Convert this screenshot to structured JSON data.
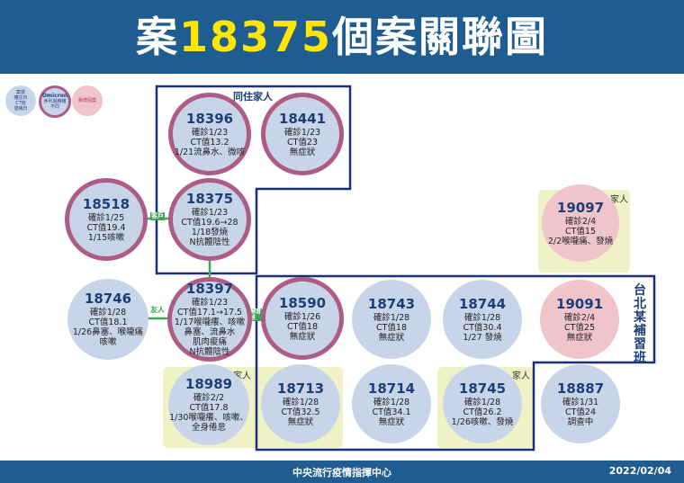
{
  "header": {
    "prefix": "案",
    "case_number": "18375",
    "suffix": "個案關聯圖"
  },
  "legend": {
    "confirmed": {
      "lines": [
        "案號",
        "確診日",
        "CT值",
        "發病日"
      ]
    },
    "omicron": {
      "title": "Omicron",
      "lines": [
        "序列與精確",
        "不同"
      ]
    },
    "new_case": {
      "lines": [
        "新增個案"
      ]
    }
  },
  "groups": {
    "cohabiting_family": "同住家人",
    "cram_school": [
      "台",
      "北",
      "某",
      "補",
      "習",
      "班"
    ],
    "family_label": "家人"
  },
  "relations": {
    "r18518_18375": "客戶",
    "r18375_18397": "友人",
    "r18746_18397": "友人",
    "r18397_18590": "同補習班"
  },
  "nodes": {
    "n18396": {
      "id": "18396",
      "lines": [
        "確診1/23",
        "CT值13.2",
        "1/21流鼻水、微咳"
      ]
    },
    "n18441": {
      "id": "18441",
      "lines": [
        "確診1/23",
        "CT值23",
        "無症狀"
      ]
    },
    "n18518": {
      "id": "18518",
      "lines": [
        "確診1/25",
        "CT值19.4",
        "1/15咳嗽"
      ]
    },
    "n18375": {
      "id": "18375",
      "lines": [
        "確診1/23",
        "CT值19.6→28",
        "1/18發燒",
        "N抗體陰性"
      ]
    },
    "n19097": {
      "id": "19097",
      "lines": [
        "確診2/4",
        "CT值15",
        "2/2喉嚨痛、發燒"
      ]
    },
    "n18746": {
      "id": "18746",
      "lines": [
        "確診1/28",
        "CT值18.1",
        "1/26鼻塞、喉嚨痛",
        "咳嗽"
      ]
    },
    "n18397": {
      "id": "18397",
      "lines": [
        "確診1/23",
        "CT值17.1→17.5",
        "1/17喉嚨癢、咳嗽",
        "鼻塞、流鼻水",
        "肌肉痠痛",
        "N抗體陰性"
      ]
    },
    "n18590": {
      "id": "18590",
      "lines": [
        "確診1/26",
        "CT值18",
        "無症狀"
      ]
    },
    "n18743": {
      "id": "18743",
      "lines": [
        "確診1/28",
        "CT值18",
        "無症狀"
      ]
    },
    "n18744": {
      "id": "18744",
      "lines": [
        "確診1/28",
        "CT值30.4",
        "1/27 發燒"
      ]
    },
    "n19091": {
      "id": "19091",
      "lines": [
        "確診2/4",
        "CT值25",
        "無症狀"
      ]
    },
    "n18989": {
      "id": "18989",
      "lines": [
        "確診2/2",
        "CT值17.8",
        "1/30喉嚨癢、咳嗽、",
        "全身倦怠"
      ]
    },
    "n18713": {
      "id": "18713",
      "lines": [
        "確診1/28",
        "CT值32.5",
        "無症狀"
      ]
    },
    "n18714": {
      "id": "18714",
      "lines": [
        "確診1/28",
        "CT值34.1",
        "無症狀"
      ]
    },
    "n18745": {
      "id": "18745",
      "lines": [
        "確診1/28",
        "CT值26.2",
        "1/26咳嗽、發燒"
      ]
    },
    "n18887": {
      "id": "18887",
      "lines": [
        "確診1/31",
        "CT值24",
        "調查中"
      ]
    }
  },
  "footer": {
    "source": "中央流行疫情指揮中心",
    "date": "2022/02/04"
  },
  "colors": {
    "header": "#1f5c8f",
    "node": "#c8d5e9",
    "new_node": "#efc4cb",
    "outline": "#ad5c86",
    "frame": "#1c2f7a",
    "family_bg": "#eef2c4",
    "link": "#3aa657"
  }
}
